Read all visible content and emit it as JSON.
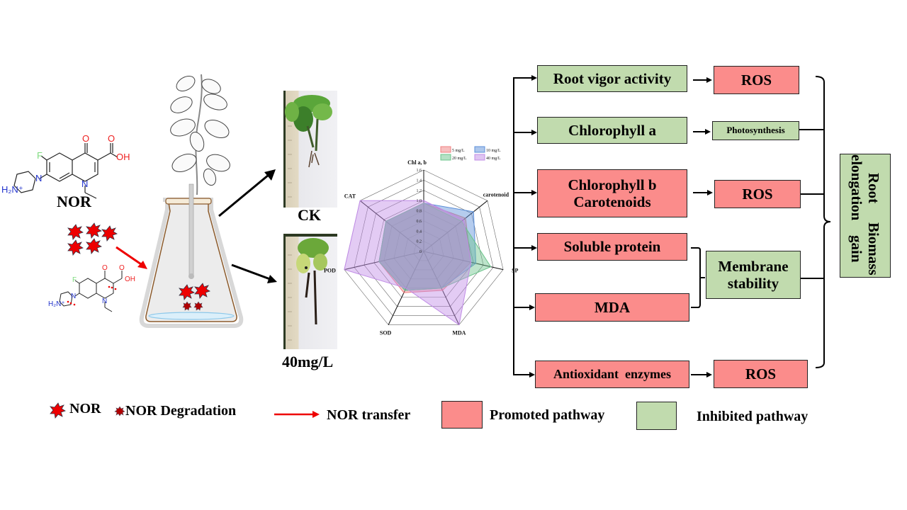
{
  "molecule": {
    "name_label": "NOR",
    "atoms": {
      "fluorine": "F",
      "oxygen": "O",
      "hydroxyl": "OH",
      "nitrogen": "N",
      "ammonium": "H₂N⁺"
    }
  },
  "experiment": {
    "photo_labels": {
      "control": "CK",
      "treated": "40mg/L"
    }
  },
  "chart_data": {
    "type": "radar",
    "title": "",
    "axes": [
      "Chl a, b",
      "carotenoid",
      "SP",
      "MDA",
      "SOD",
      "POD",
      "CAT"
    ],
    "radial_ticks": [
      "0",
      "0.2",
      "0.4",
      "0.6",
      "0.8",
      "1.0",
      "1.2",
      "1.4",
      "1.6"
    ],
    "rlim": [
      0,
      1.6
    ],
    "grid": true,
    "legend_position": "top-right",
    "series": [
      {
        "name": "5 mg/L",
        "color": "#f08080",
        "values": [
          0.95,
          1.05,
          0.95,
          0.85,
          0.9,
          0.9,
          0.95
        ]
      },
      {
        "name": "10 mg/L",
        "color": "#5b8fd9",
        "values": [
          0.95,
          1.25,
          1.05,
          0.8,
          0.85,
          0.9,
          0.95
        ]
      },
      {
        "name": "20 mg/L",
        "color": "#6cc48b",
        "values": [
          0.95,
          0.95,
          1.35,
          0.8,
          0.85,
          0.9,
          0.95
        ]
      },
      {
        "name": "40 mg/L",
        "color": "#c08ce6",
        "values": [
          1.0,
          1.0,
          0.95,
          1.6,
          0.8,
          1.6,
          1.6
        ]
      }
    ]
  },
  "pathway": {
    "left_column": [
      {
        "label": "Root vigor activity",
        "type": "inhibited"
      },
      {
        "label": "Chlorophyll a",
        "type": "inhibited"
      },
      {
        "label_line1": "Chlorophyll b",
        "label_line2": "Carotenoids",
        "type": "promoted"
      },
      {
        "label": "Soluble protein",
        "type": "promoted"
      },
      {
        "label": "MDA",
        "type": "promoted"
      },
      {
        "label": "Antioxidant  enzymes",
        "type": "promoted"
      }
    ],
    "middle_column": [
      {
        "label": "ROS",
        "type": "promoted"
      },
      {
        "label": "Photosynthesis",
        "type": "inhibited"
      },
      {
        "label": "ROS",
        "type": "promoted"
      },
      {
        "label_line1": "Membrane",
        "label_line2": "stability",
        "type": "inhibited"
      },
      {
        "label": "ROS",
        "type": "promoted"
      }
    ],
    "outcome": {
      "line1": "Root elongation",
      "line2": "Biomass gain",
      "type": "inhibited"
    }
  },
  "legend": {
    "nor": "NOR",
    "nor_degradation": "NOR Degradation",
    "nor_transfer": "NOR transfer",
    "promoted": "Promoted pathway",
    "inhibited": "Inhibited pathway"
  },
  "colors": {
    "promoted": "#fb8c8b",
    "inhibited": "#c1dbae",
    "nor_red": "#ee0000",
    "degradation": "#b10000"
  }
}
